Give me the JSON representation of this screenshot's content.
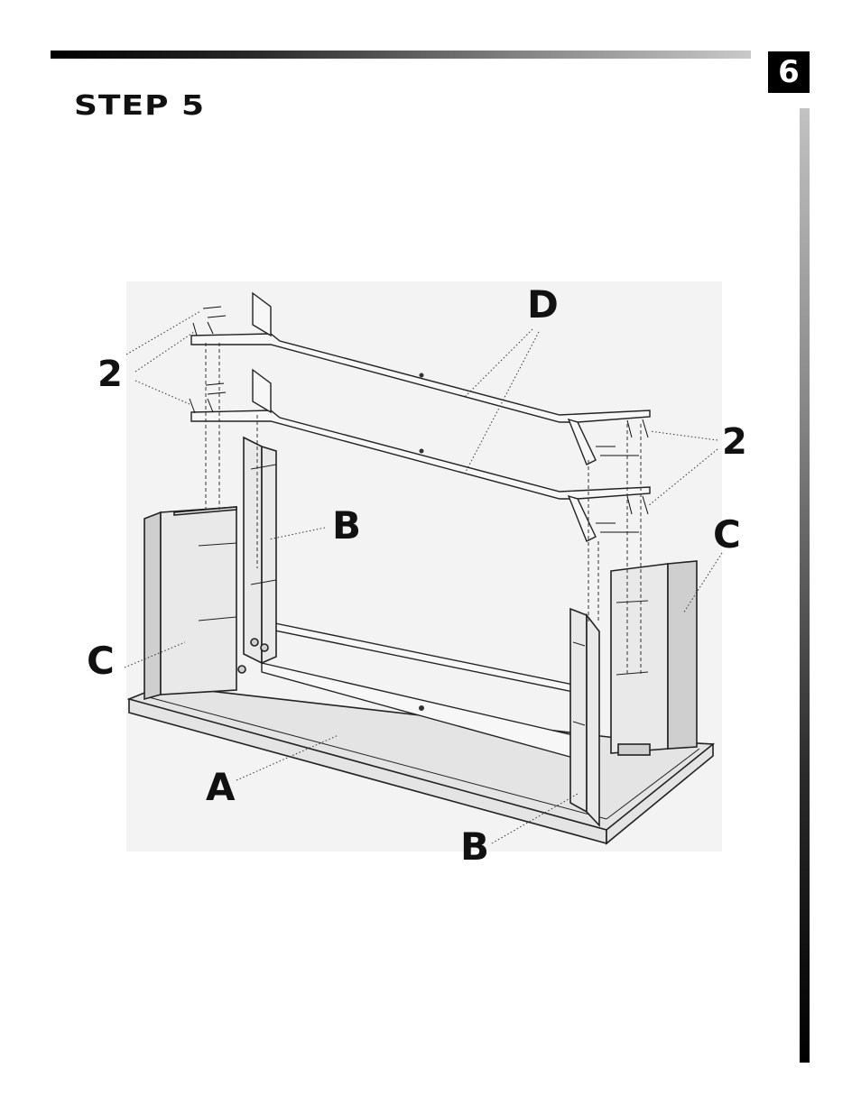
{
  "page": {
    "number": "6"
  },
  "step": {
    "title": "STEP 5"
  },
  "diagram": {
    "labels": {
      "A": "A",
      "B_left": "B",
      "B_right": "B",
      "C_left": "C",
      "C_right": "C",
      "D": "D"
    },
    "quantities": {
      "left": "2",
      "right": "2"
    }
  }
}
